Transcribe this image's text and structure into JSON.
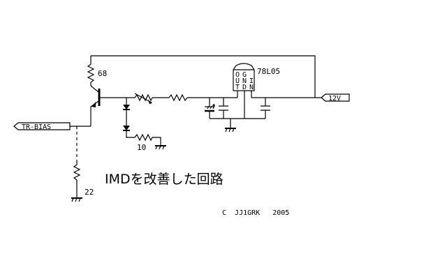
{
  "diagram": {
    "title": "IMDを改善した回路",
    "copyright": "C  JJ1GRK   2005",
    "ports": {
      "tr_bias": "TR-BIAS",
      "supply": "12V"
    },
    "components": {
      "r_collector": "68",
      "r_diode": "10",
      "r_bias_ground": "22",
      "regulator": "78L05",
      "regulator_pins": {
        "out": [
          "O",
          "U",
          "T"
        ],
        "gnd": [
          "G",
          "N",
          "D"
        ],
        "in": [
          "I",
          "N"
        ]
      }
    }
  }
}
